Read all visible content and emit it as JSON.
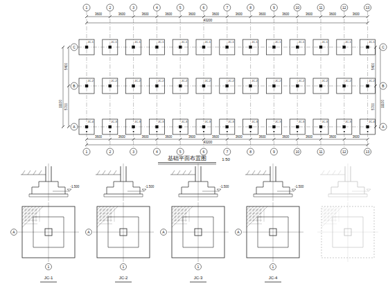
{
  "diagram": {
    "title": "基础平面布置图",
    "labels": [
      "1:50",
      "1",
      "2",
      "3",
      "4",
      "5",
      "6",
      "7",
      "8",
      "9",
      "10",
      "11",
      "12",
      "13",
      "1",
      "2",
      "3",
      "4",
      "5",
      "6",
      "7",
      "8",
      "9",
      "10",
      "11",
      "12",
      "13",
      "C",
      "B",
      "A",
      "C",
      "B",
      "A",
      "3600",
      "3600",
      "3600",
      "3600",
      "3600",
      "3600",
      "3600",
      "3600",
      "3600",
      "3600",
      "3600",
      "3600",
      "43200",
      "3600",
      "3600",
      "3600",
      "3600",
      "3600",
      "3600",
      "3600",
      "3600",
      "3600",
      "3600",
      "3600",
      "3600",
      "43200",
      "5400",
      "5700",
      "11100",
      "5400",
      "5700",
      "11100",
      "JC-1",
      "JC-1",
      "JC-1",
      "JC-1",
      "JC-1",
      "JC-1",
      "JC-1",
      "JC-1",
      "JC-1",
      "JC-1",
      "JC-1",
      "JC-1",
      "JC-1",
      "JC-2",
      "JC-2",
      "JC-2",
      "JC-2",
      "JC-2",
      "JC-2",
      "JC-2",
      "JC-2",
      "JC-2",
      "JC-2",
      "JC-2",
      "JC-2",
      "JC-2",
      "JC-4",
      "JC-3",
      "JC-3",
      "JC-3",
      "JC-3",
      "JC-3",
      "JC-3",
      "JC-3",
      "JC-3",
      "JC-3",
      "JC-3",
      "JC-3",
      "JC-4",
      "-1.500",
      "A",
      "1",
      "JC-1",
      "-1.500",
      "A",
      "1",
      "JC-2",
      "-1.500",
      "A",
      "1",
      "JC-3",
      "-1.500",
      "A",
      "1",
      "JC-4"
    ]
  }
}
